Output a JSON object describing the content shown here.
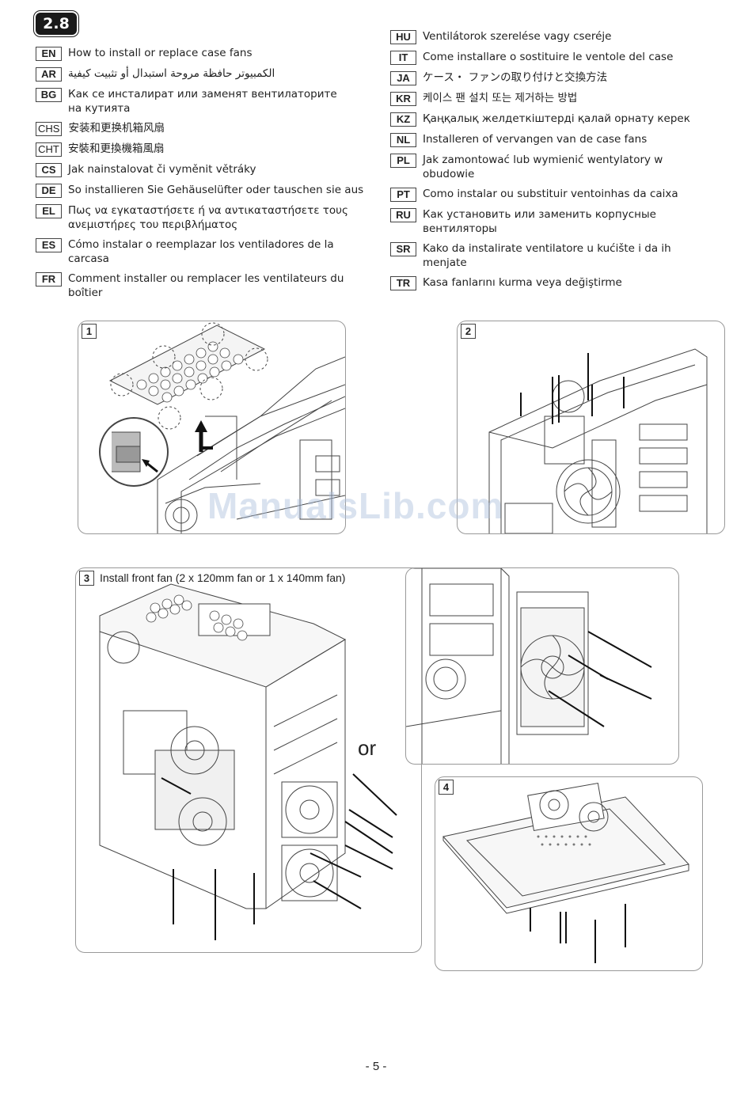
{
  "section": {
    "number": "2.8"
  },
  "languages_left": [
    {
      "code": "EN",
      "text": "How to install or replace case fans"
    },
    {
      "code": "AR",
      "text": "الكمبيوتر حافظة مروحة استبدال أو تثبيت كيفية"
    },
    {
      "code": "BG",
      "text": "Как се инсталират или заменят вентилаторите на кутията"
    },
    {
      "code": "CHS",
      "text": "安装和更换机箱风扇"
    },
    {
      "code": "CHT",
      "text": "安裝和更換機箱風扇"
    },
    {
      "code": "CS",
      "text": "Jak nainstalovat či vyměnit větráky"
    },
    {
      "code": "DE",
      "text": "So installieren Sie Gehäuselüfter oder tauschen sie aus"
    },
    {
      "code": "EL",
      "text": "Πως να εγκαταστήσετε ή να αντικαταστήσετε τους ανεμιστήρες του περιβλήματος"
    },
    {
      "code": "ES",
      "text": "Cómo instalar o reemplazar los ventiladores de la carcasa"
    },
    {
      "code": "FR",
      "text": "Comment installer ou remplacer les ventilateurs du boîtier"
    }
  ],
  "languages_right": [
    {
      "code": "HU",
      "text": "Ventilátorok szerelése vagy cseréje"
    },
    {
      "code": "IT",
      "text": "Come installare o sostituire le ventole del case"
    },
    {
      "code": "JA",
      "text": "ケース・ ファンの取り付けと交換方法"
    },
    {
      "code": "KR",
      "text": "케이스 팬 설치 또는 제거하는 방법"
    },
    {
      "code": "KZ",
      "text": "Қаңқалық желдеткіштерді қалай орнату керек"
    },
    {
      "code": "NL",
      "text": "Installeren of vervangen van de case fans"
    },
    {
      "code": "PL",
      "text": "Jak zamontować lub wymienić wentylatory w obudowie"
    },
    {
      "code": "PT",
      "text": "Como instalar ou substituir ventoinhas da caixa"
    },
    {
      "code": "RU",
      "text": "Как установить или заменить корпусные вентиляторы"
    },
    {
      "code": "SR",
      "text": "Kako da instalirate ventilatore u kućište i da ih menjate"
    },
    {
      "code": "TR",
      "text": "Kasa fanlarını kurma veya değiştirme"
    }
  ],
  "steps": {
    "step1": {
      "number": "1"
    },
    "step2": {
      "number": "2"
    },
    "step3": {
      "number": "3",
      "caption": "Install front fan  (2 x 120mm fan or 1 x 140mm fan)"
    },
    "step4": {
      "number": "4"
    },
    "or_label": "or"
  },
  "watermark": "ManualsLib.com",
  "footer": {
    "page": "- 5 -"
  },
  "colors": {
    "badge_bg": "#1a1a1a",
    "line": "#444444",
    "panel_border": "#999999"
  }
}
